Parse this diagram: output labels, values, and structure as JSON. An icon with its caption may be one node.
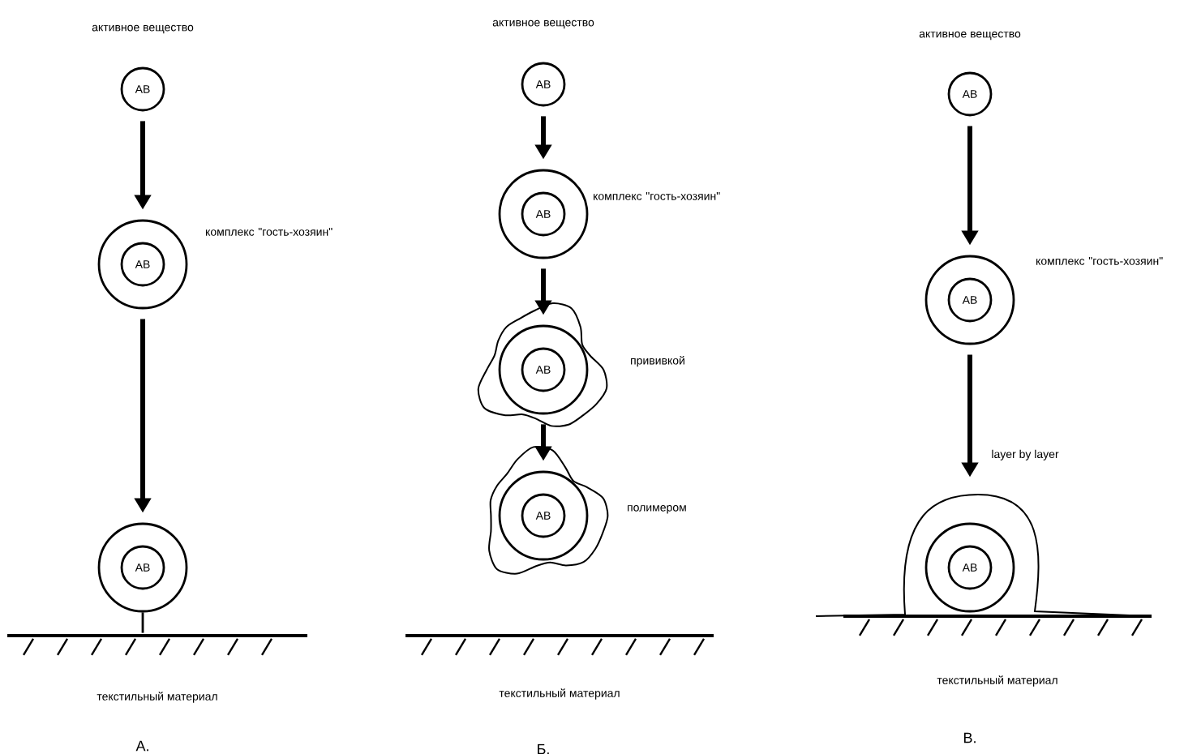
{
  "diagram": {
    "nodes": [
      {
        "text": [
          "АВ"
        ],
        "beside": [
          "активное вещество"
        ]
      },
      {
        "text": [
          "АВ"
        ],
        "beside": [
          "комплекс \"гость-хозяин\""
        ]
      },
      {
        "text": [
          "АВ"
        ]
      },
      {
        "text": [],
        "shape": "bar",
        "beside": [
          "текстильный материал"
        ]
      },
      {
        "text": [
          "АВ"
        ],
        "beside": [
          "активное вещество"
        ]
      },
      {
        "text": [
          "АВ"
        ],
        "beside": [
          "комплекс \"гость-хозяин\""
        ]
      },
      {
        "text": [
          "АВ"
        ],
        "beside": [
          "прививкой"
        ]
      },
      {
        "text": [
          "АВ"
        ],
        "beside": [
          "полимером"
        ]
      },
      {
        "text": [],
        "shape": "bar",
        "beside": [
          "текстильный материал"
        ]
      },
      {
        "text": [
          "АВ"
        ],
        "beside": [
          "активное вещество"
        ]
      },
      {
        "text": [
          "АВ"
        ],
        "beside": [
          "комплекс \"гость-хозяин\""
        ]
      },
      {
        "text": [
          "АВ"
        ]
      },
      {
        "text": [],
        "shape": "bar",
        "beside": [
          "текстильный материал"
        ]
      }
    ],
    "edges": [
      {
        "from": 0,
        "to": 1,
        "arrow": "to"
      },
      {
        "from": 1,
        "to": 2,
        "arrow": "to"
      },
      {
        "from": 2,
        "to": 3,
        "arrow": "none"
      },
      {
        "from": 4,
        "to": 5,
        "arrow": "to"
      },
      {
        "from": 5,
        "to": 6,
        "arrow": "to"
      },
      {
        "from": 6,
        "to": 7,
        "arrow": "to"
      },
      {
        "from": 9,
        "to": 10,
        "arrow": "to"
      },
      {
        "from": 10,
        "to": 11,
        "arrow": "to",
        "label": "layer by layer"
      }
    ],
    "labels": [
      "А.",
      "Б.",
      "В."
    ]
  }
}
